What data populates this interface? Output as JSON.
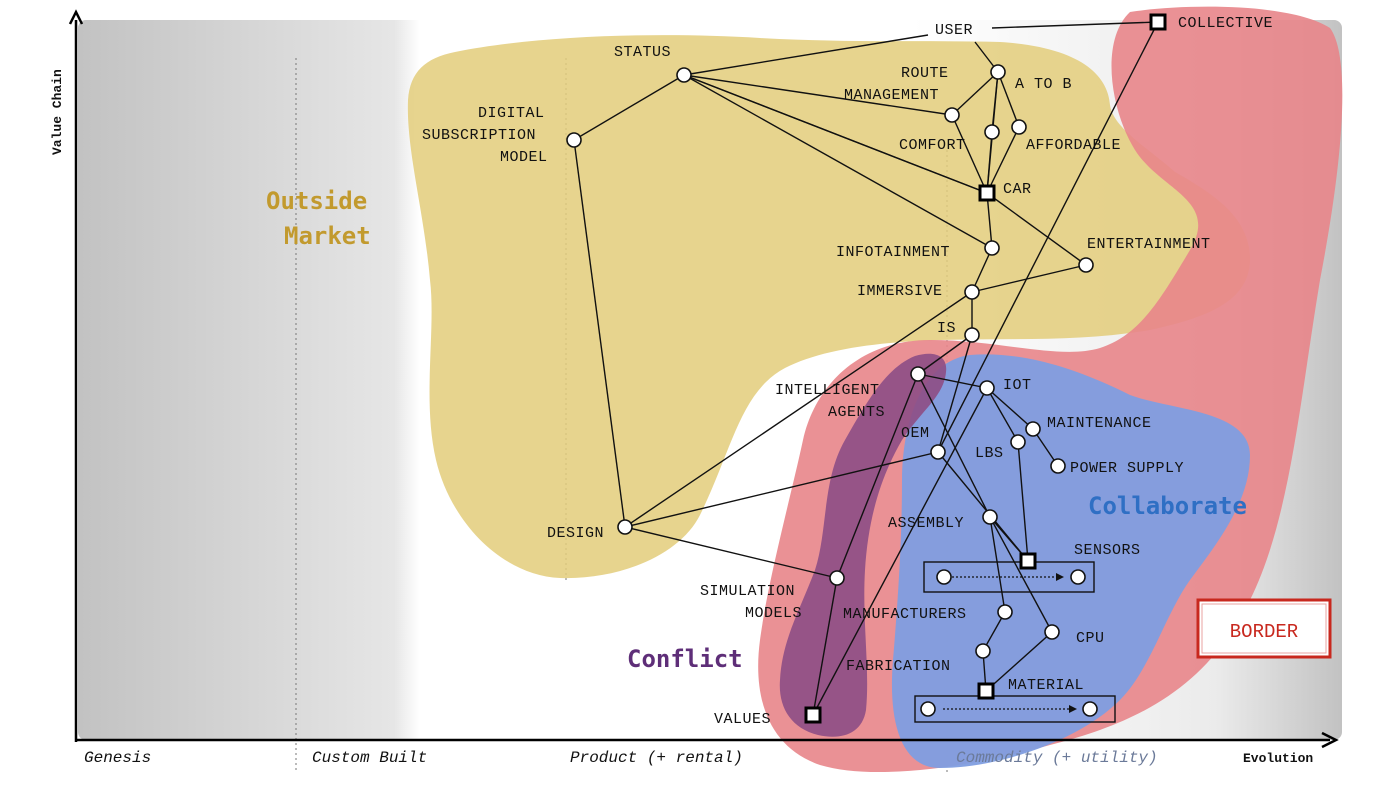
{
  "axes": {
    "y_title": "Value Chain",
    "x_title": "Evolution",
    "stages": [
      "Genesis",
      "Custom Built",
      "Product (+ rental)",
      "Commodity (+ utility)"
    ]
  },
  "regions": {
    "outside_market_line1": "Outside",
    "outside_market_line2": "Market",
    "collaborate": "Collaborate",
    "conflict": "Conflict",
    "border": "BORDER"
  },
  "colors": {
    "outside_market": "#e3cc7a",
    "outside_market_text": "#c29a2e",
    "border_region": "#e8858a",
    "border_text": "#c8281e",
    "collaborate_region": "#7f9ee0",
    "collaborate_text": "#2f6fc4",
    "conflict_region": "#8e4f86",
    "conflict_text": "#5e2e78"
  },
  "nodes": {
    "user": "USER",
    "collective": "COLLECTIVE",
    "status": "STATUS",
    "route_line1": "ROUTE",
    "route_line2": "MANAGEMENT",
    "a_to_b": "A TO B",
    "digital_line1": "DIGITAL",
    "digital_line2": "SUBSCRIPTION",
    "digital_line3": "MODEL",
    "comfort": "COMFORT",
    "affordable": "AFFORDABLE",
    "car": "CAR",
    "infotainment": "INFOTAINMENT",
    "entertainment": "ENTERTAINMENT",
    "immersive": "IMMERSIVE",
    "is": "IS",
    "intelligent_line1": "INTELLIGENT",
    "intelligent_line2": "AGENTS",
    "iot": "IOT",
    "maintenance": "MAINTENANCE",
    "oem": "OEM",
    "lbs": "LBS",
    "power_supply": "POWER SUPPLY",
    "assembly": "ASSEMBLY",
    "design": "DESIGN",
    "sensors": "SENSORS",
    "simulation_line1": "SIMULATION",
    "simulation_line2": "MODELS",
    "manufacturers": "MANUFACTURERS",
    "cpu": "CPU",
    "fabrication": "FABRICATION",
    "material": "MATERIAL",
    "values": "VALUES"
  }
}
